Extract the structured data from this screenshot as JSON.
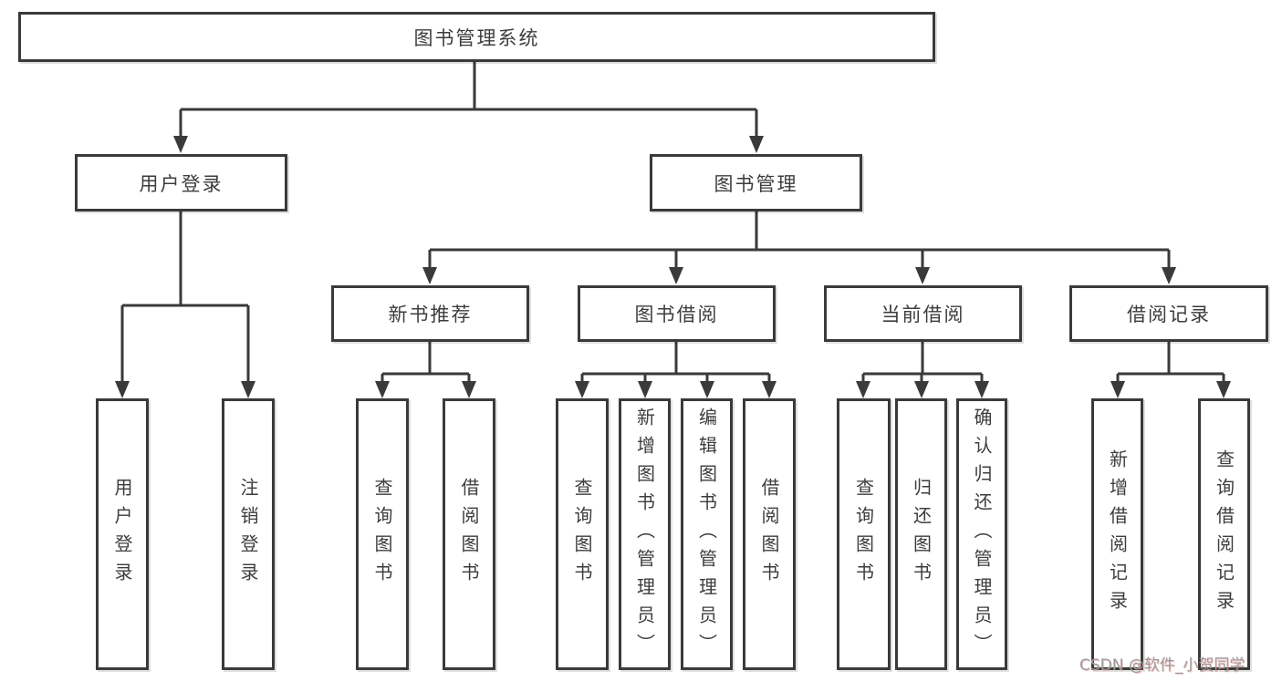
{
  "watermark": {
    "text": "CSDN @软件_小贺同学"
  },
  "colors": {
    "line": "#3a3a3a",
    "box_border": "#3a3a3a",
    "box_background": "#ffffff",
    "text": "#3d3d3d",
    "watermark_text": "#9b9b9b"
  },
  "tree": {
    "root": {
      "label": "图书管理系统"
    },
    "branches": [
      {
        "label": "用户登录",
        "children": [
          {
            "label": "用户登录"
          },
          {
            "label": "注销登录"
          }
        ]
      },
      {
        "label": "图书管理",
        "groups": [
          {
            "label": "新书推荐",
            "children": [
              {
                "label": "查询图书"
              },
              {
                "label": "借阅图书"
              }
            ]
          },
          {
            "label": "图书借阅",
            "children": [
              {
                "label": "查询图书"
              },
              {
                "label": "新增图书（管理员）"
              },
              {
                "label": "编辑图书（管理员）"
              },
              {
                "label": "借阅图书"
              }
            ]
          },
          {
            "label": "当前借阅",
            "children": [
              {
                "label": "查询图书"
              },
              {
                "label": "归还图书"
              },
              {
                "label": "确认归还（管理员）"
              }
            ]
          },
          {
            "label": "借阅记录",
            "children": [
              {
                "label": "新增借阅记录"
              },
              {
                "label": "查询借阅记录"
              }
            ]
          }
        ]
      }
    ]
  }
}
